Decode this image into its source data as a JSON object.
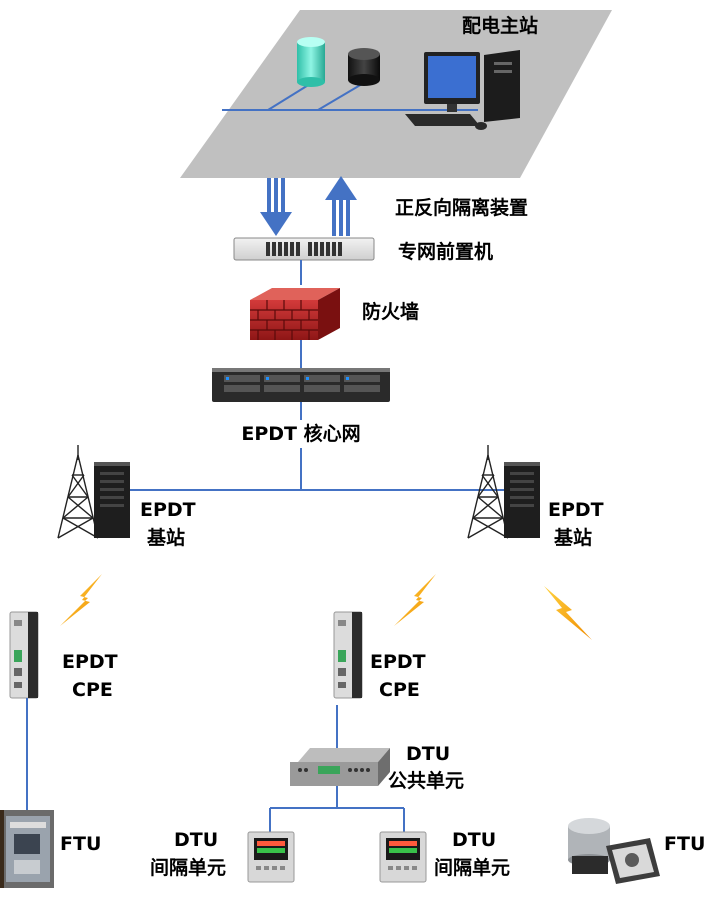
{
  "labels": {
    "master_station": "配电主站",
    "isolation_device": "正反向隔离装置",
    "front_end": "专网前置机",
    "firewall": "防火墙",
    "core_network": "EPDT 核心网",
    "base_station_left_1": "EPDT",
    "base_station_left_2": "基站",
    "base_station_right_1": "EPDT",
    "base_station_right_2": "基站",
    "cpe_left_1": "EPDT",
    "cpe_left_2": "CPE",
    "cpe_mid_1": "EPDT",
    "cpe_mid_2": "CPE",
    "dtu_common_1": "DTU",
    "dtu_common_2": "公共单元",
    "ftu_left": "FTU",
    "dtu_bay_left_1": "DTU",
    "dtu_bay_left_2": "间隔单元",
    "dtu_bay_right_1": "DTU",
    "dtu_bay_right_2": "间隔单元",
    "ftu_right": "FTU"
  },
  "colors": {
    "connector": "#4472c4",
    "platform": "#c0c0c0",
    "firewall": "#b22222",
    "lightning": "#f5a623"
  }
}
